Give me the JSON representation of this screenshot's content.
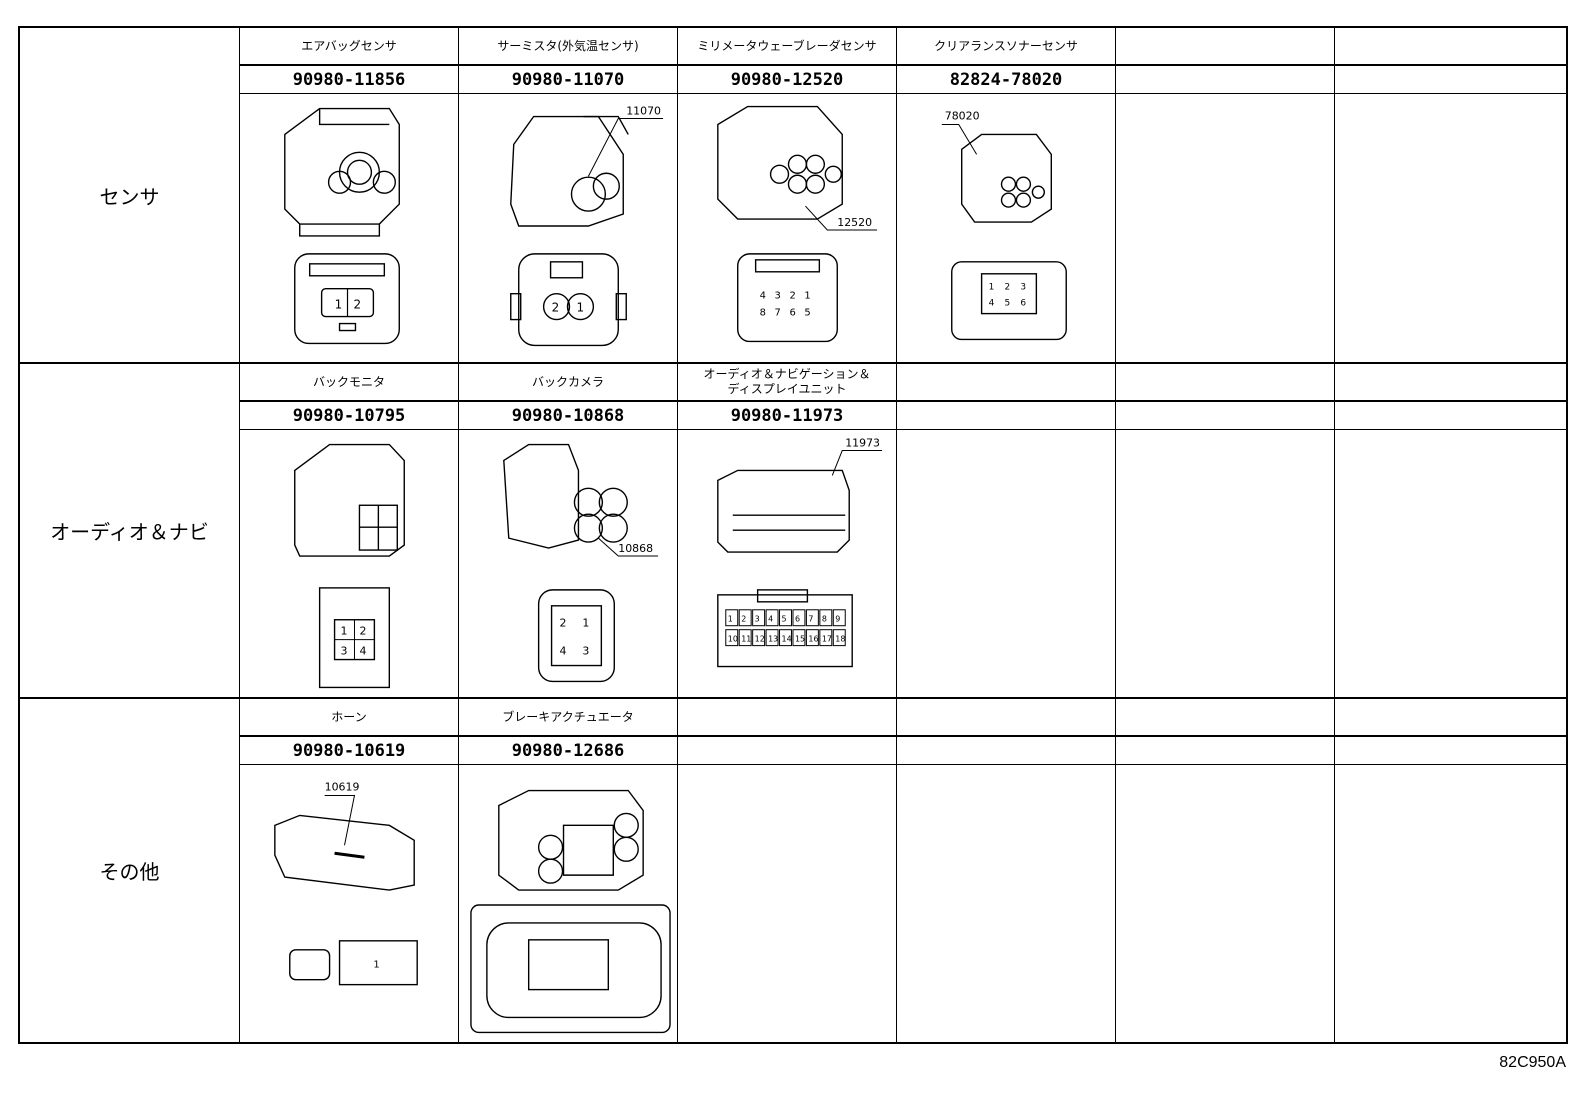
{
  "categories": [
    {
      "label": "センサ",
      "connectors": [
        {
          "name": "エアバッグセンサ",
          "part": "90980-11856",
          "pins": [
            "1",
            "2"
          ]
        },
        {
          "name": "サーミスタ(外気温センサ)",
          "part": "90980-11070",
          "callout": "11070",
          "pins": [
            "2",
            "1"
          ]
        },
        {
          "name": "ミリメータウェーブレーダセンサ",
          "part": "90980-12520",
          "callout": "12520",
          "pins": [
            "4",
            "3",
            "2",
            "1",
            "8",
            "7",
            "6",
            "5"
          ]
        },
        {
          "name": "クリアランスソナーセンサ",
          "part": "82824-78020",
          "callout": "78020",
          "pins": [
            "1",
            "2",
            "3",
            "4",
            "5",
            "6"
          ]
        }
      ]
    },
    {
      "label": "オーディオ＆ナビ",
      "connectors": [
        {
          "name": "バックモニタ",
          "part": "90980-10795",
          "pins": [
            "1",
            "2",
            "3",
            "4"
          ]
        },
        {
          "name": "バックカメラ",
          "part": "90980-10868",
          "callout": "10868",
          "pins": [
            "2",
            "1",
            "4",
            "3"
          ]
        },
        {
          "name": "オーディオ＆ナビゲーション＆\nディスプレイユニット",
          "part": "90980-11973",
          "callout": "11973",
          "pins": [
            "1",
            "2",
            "3",
            "4",
            "5",
            "6",
            "7",
            "8",
            "9",
            "10",
            "11",
            "12",
            "13",
            "14",
            "15",
            "16",
            "17",
            "18"
          ]
        }
      ]
    },
    {
      "label": "その他",
      "connectors": [
        {
          "name": "ホーン",
          "part": "90980-10619",
          "callout": "10619",
          "pins": [
            "1"
          ]
        },
        {
          "name": "ブレーキアクチュエータ",
          "part": "90980-12686"
        }
      ]
    }
  ],
  "figure_id": "82C950A"
}
